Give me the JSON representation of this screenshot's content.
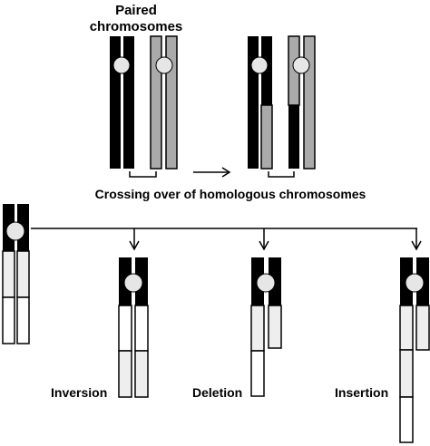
{
  "title": "Paired\nchromosomes",
  "title_line1": "Paired",
  "title_line2": "chromosomes",
  "crossing_label": "Crossing over of homologous chromosomes",
  "labels": {
    "inversion": "Inversion",
    "deletion": "Deletion",
    "insertion": "Insertion"
  },
  "colors": {
    "dark": "#000000",
    "gray": "#aaaaaa",
    "light": "#eeeeee",
    "white": "#ffffff",
    "centromere": "#e6e6e6"
  }
}
